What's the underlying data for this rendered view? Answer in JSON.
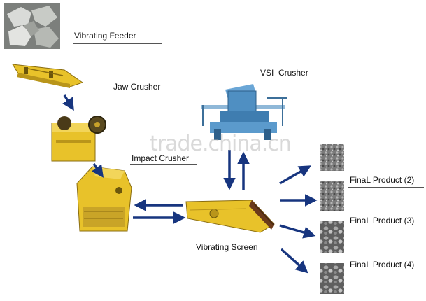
{
  "labels": {
    "vibrating_feeder": "Vibrating Feeder",
    "jaw_crusher": "Jaw Crusher",
    "vsi_crusher": "VSI  Crusher",
    "impact_crusher": "Impact Crusher",
    "vibrating_screen": "Vibrating Screen",
    "final_product_2": "FinaL Product (2)",
    "final_product_3": "FinaL Product (3)",
    "final_product_4": "FinaL Product (4)"
  },
  "watermark": "trade.china.cn",
  "colors": {
    "arrow": "#17357f",
    "machine_yellow": "#e8c22a",
    "machine_dark": "#8a6d10",
    "vsi_blue": "#4f8fc2",
    "stone_gray": "#8f8f8f"
  },
  "icons": {
    "raw_stone": "stone-pile-image",
    "feeder": "vibrating-feeder-machine",
    "jaw": "jaw-crusher-machine",
    "vsi": "vsi-crusher-machine",
    "impact": "impact-crusher-machine",
    "screen": "vibrating-screen-machine",
    "products": "gravel-sample-image"
  }
}
